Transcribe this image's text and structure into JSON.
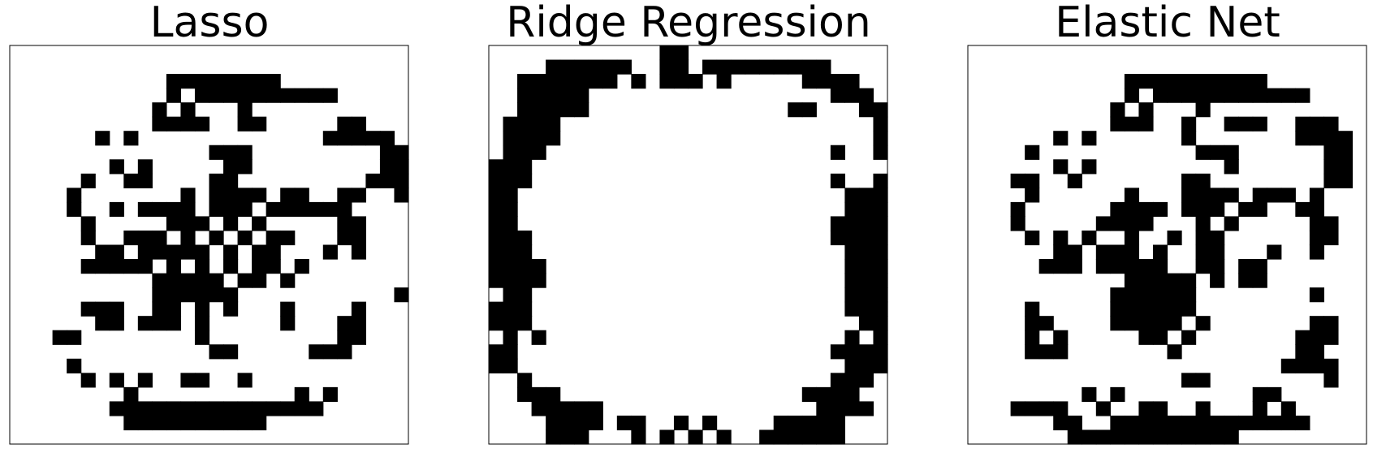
{
  "colors": {
    "on": "#000000",
    "off": "#ffffff",
    "frame": "#000000"
  },
  "chart_data": [
    {
      "type": "heatmap",
      "title": "Lasso",
      "cols": 28,
      "rows": 28,
      "cells": [
        "............................",
        "............................",
        "...........XXXXXXXX.........",
        "...........X.XXXXXXXXXX.....",
        "..........X.X...X...........",
        "..........XXXX..XX.....XX...",
        "......X.X.............XXXXX.",
        "..............XXX.........XX",
        ".......X.X.....XX.........XX",
        ".....X..XX....XX.........XXX",
        "....X.......X.XXXX.XX..XX..X",
        "....X..X.XXXX.XXX.XXXXXX....",
        ".....X.....XXX.X.X.....XX...",
        ".....X..XXX.X.X.X.XX...XX...",
        "......XX.XXXXX.X.XX...X.X...",
        ".....XXXXX.X.X.X.XX.X.......",
        "..........XXXXX.XX.X........",
        "..........XXXXXX...........X",
        ".....XXX..XX.X.X...X....X...",
        "......XX.XXX.X.....X...XX...",
        "...XX........X.........XX...",
        "..............XX.....XXX....",
        "....X.......................",
        ".....X.X.X..XX..X...........",
        "........X...........X.X.....",
        ".......XXXXXXXXXXXXXXX......",
        "........XXXXXXXXXX..........",
        "............................"
      ]
    },
    {
      "type": "heatmap",
      "title": "Ridge Regression",
      "cols": 28,
      "rows": 28,
      "cells": [
        "............XX..............",
        "....XXXXXX..XX.XXXXXXXXX....",
        "..XXXXXXX.X.XXX.X.....XXXX..",
        "..XXXXX.................XXX.",
        "..XXXXX..............XX...XX",
        ".XXXX......................X",
        ".XXXX......................X",
        ".XXX....................X..X",
        "XXX.........................",
        "XXX.....................X..X",
        "XX.......................XXX",
        "XX.......................XXX",
        "XX..................... XXXX",
        "XXX.....................XXXX",
        "XXX......................XXX",
        "XXXX.....................XXX",
        "XXXX.....................XXX",
        ".XX......................XXX",
        "XXX......................XXX",
        "XXX.......................XX",
        ".X.X.....................X.X",
        "XX......................XXXX",
        "XX.......................XXX",
        "..X.....................XXX.",
        "..XXX.................XXXX..",
        "...XXXXX...............XXXX.",
        "....XXXX.XX..X.X....XXXXX...",
        "....XXX...X.X.X.X..XXXXXX..."
      ]
    },
    {
      "type": "heatmap",
      "title": "Elastic Net",
      "cols": 28,
      "rows": 28,
      "cells": [
        "............................",
        "............................",
        "...........XXXXXXXXXX.......",
        "...........X.XXXXXXXXXXX....",
        "..........X.X...X...........",
        "..........XXX..X..XXX..XXX..",
        "......X.X......X.......XXXX.",
        "....X...........XXX......XX.",
        "......X.X.........X......XX.",
        "...XX..X.......XX........XX.",
        "....X......X...XXXX.XXX.X...",
        "...X......XXXX.XXX.XX..XX...",
        "...X.....XXXX...X.X.....XX..",
        "....X.X.X..X..X.XX......XX..",
        "......XX.XXX.X..XX...X..X...",
        ".....XXX.XXXXX..XX.XX.......",
        "...........XXXXX.X.XX.......",
        "..........XXXXXX........X...",
        "....X.....XXXXXX............",
        "....XX....XXXXX.X.......XX..",
        "....X.X.....XX.X.......XXX..",
        "....XXX.......X........XX...",
        "......................XXXX..",
        "...............XX........X..",
        "........X.X.........XX......",
        "...XXXX..X..XX..X...X.X.....",
        "......XX..XXXXXXXXXXXXXX....",
        ".......XXXXXXXXXXXX........."
      ]
    }
  ]
}
